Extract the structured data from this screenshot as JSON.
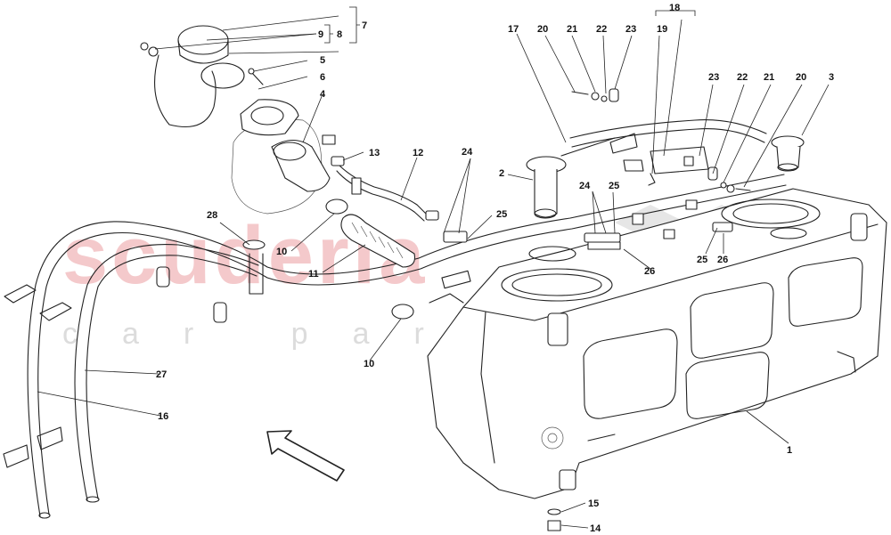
{
  "watermark": {
    "brand": "scuderia",
    "sub": "car parts"
  },
  "callouts": [
    {
      "id": "c-1",
      "text": "1"
    },
    {
      "id": "c-2",
      "text": "2"
    },
    {
      "id": "c-3",
      "text": "3"
    },
    {
      "id": "c-4",
      "text": "4"
    },
    {
      "id": "c-5",
      "text": "5"
    },
    {
      "id": "c-6",
      "text": "6"
    },
    {
      "id": "c-7",
      "text": "7"
    },
    {
      "id": "c-8",
      "text": "8"
    },
    {
      "id": "c-9",
      "text": "9"
    },
    {
      "id": "c-10a",
      "text": "10"
    },
    {
      "id": "c-10b",
      "text": "10"
    },
    {
      "id": "c-11",
      "text": "11"
    },
    {
      "id": "c-12",
      "text": "12"
    },
    {
      "id": "c-13",
      "text": "13"
    },
    {
      "id": "c-14",
      "text": "14"
    },
    {
      "id": "c-15",
      "text": "15"
    },
    {
      "id": "c-16",
      "text": "16"
    },
    {
      "id": "c-17",
      "text": "17"
    },
    {
      "id": "c-18",
      "text": "18"
    },
    {
      "id": "c-19",
      "text": "19"
    },
    {
      "id": "c-20a",
      "text": "20"
    },
    {
      "id": "c-20b",
      "text": "20"
    },
    {
      "id": "c-21a",
      "text": "21"
    },
    {
      "id": "c-21b",
      "text": "21"
    },
    {
      "id": "c-22a",
      "text": "22"
    },
    {
      "id": "c-22b",
      "text": "22"
    },
    {
      "id": "c-23a",
      "text": "23"
    },
    {
      "id": "c-23b",
      "text": "23"
    },
    {
      "id": "c-24a",
      "text": "24"
    },
    {
      "id": "c-24b",
      "text": "24"
    },
    {
      "id": "c-25a",
      "text": "25"
    },
    {
      "id": "c-25b",
      "text": "25"
    },
    {
      "id": "c-25c",
      "text": "25"
    },
    {
      "id": "c-26a",
      "text": "26"
    },
    {
      "id": "c-26b",
      "text": "26"
    },
    {
      "id": "c-27",
      "text": "27"
    },
    {
      "id": "c-28",
      "text": "28"
    }
  ]
}
